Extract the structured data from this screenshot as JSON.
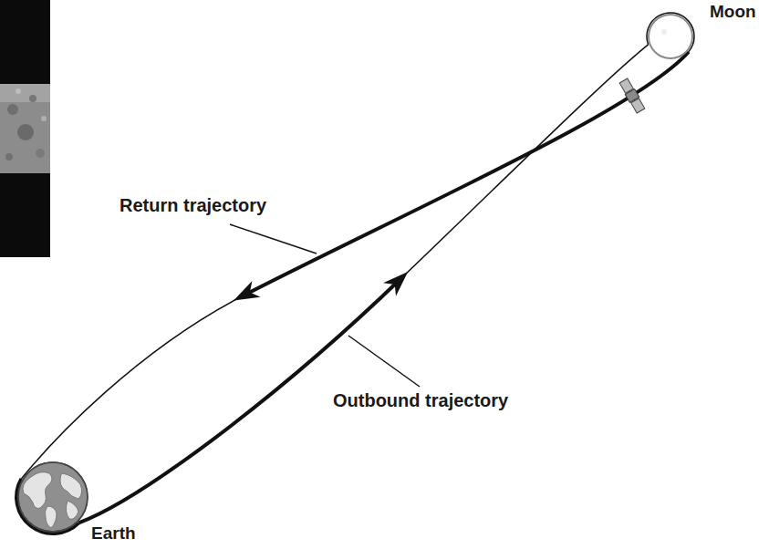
{
  "diagram": {
    "nodes": [
      {
        "text": [
          "Moon"
        ]
      },
      {
        "text": [
          "Earth"
        ]
      }
    ],
    "edges": [
      {
        "from": 1,
        "to": 0,
        "arrow": "to"
      },
      {
        "from": 0,
        "to": 1,
        "arrow": "to"
      }
    ],
    "labels": [
      "Return trajectory",
      "Outbound trajectory"
    ]
  }
}
